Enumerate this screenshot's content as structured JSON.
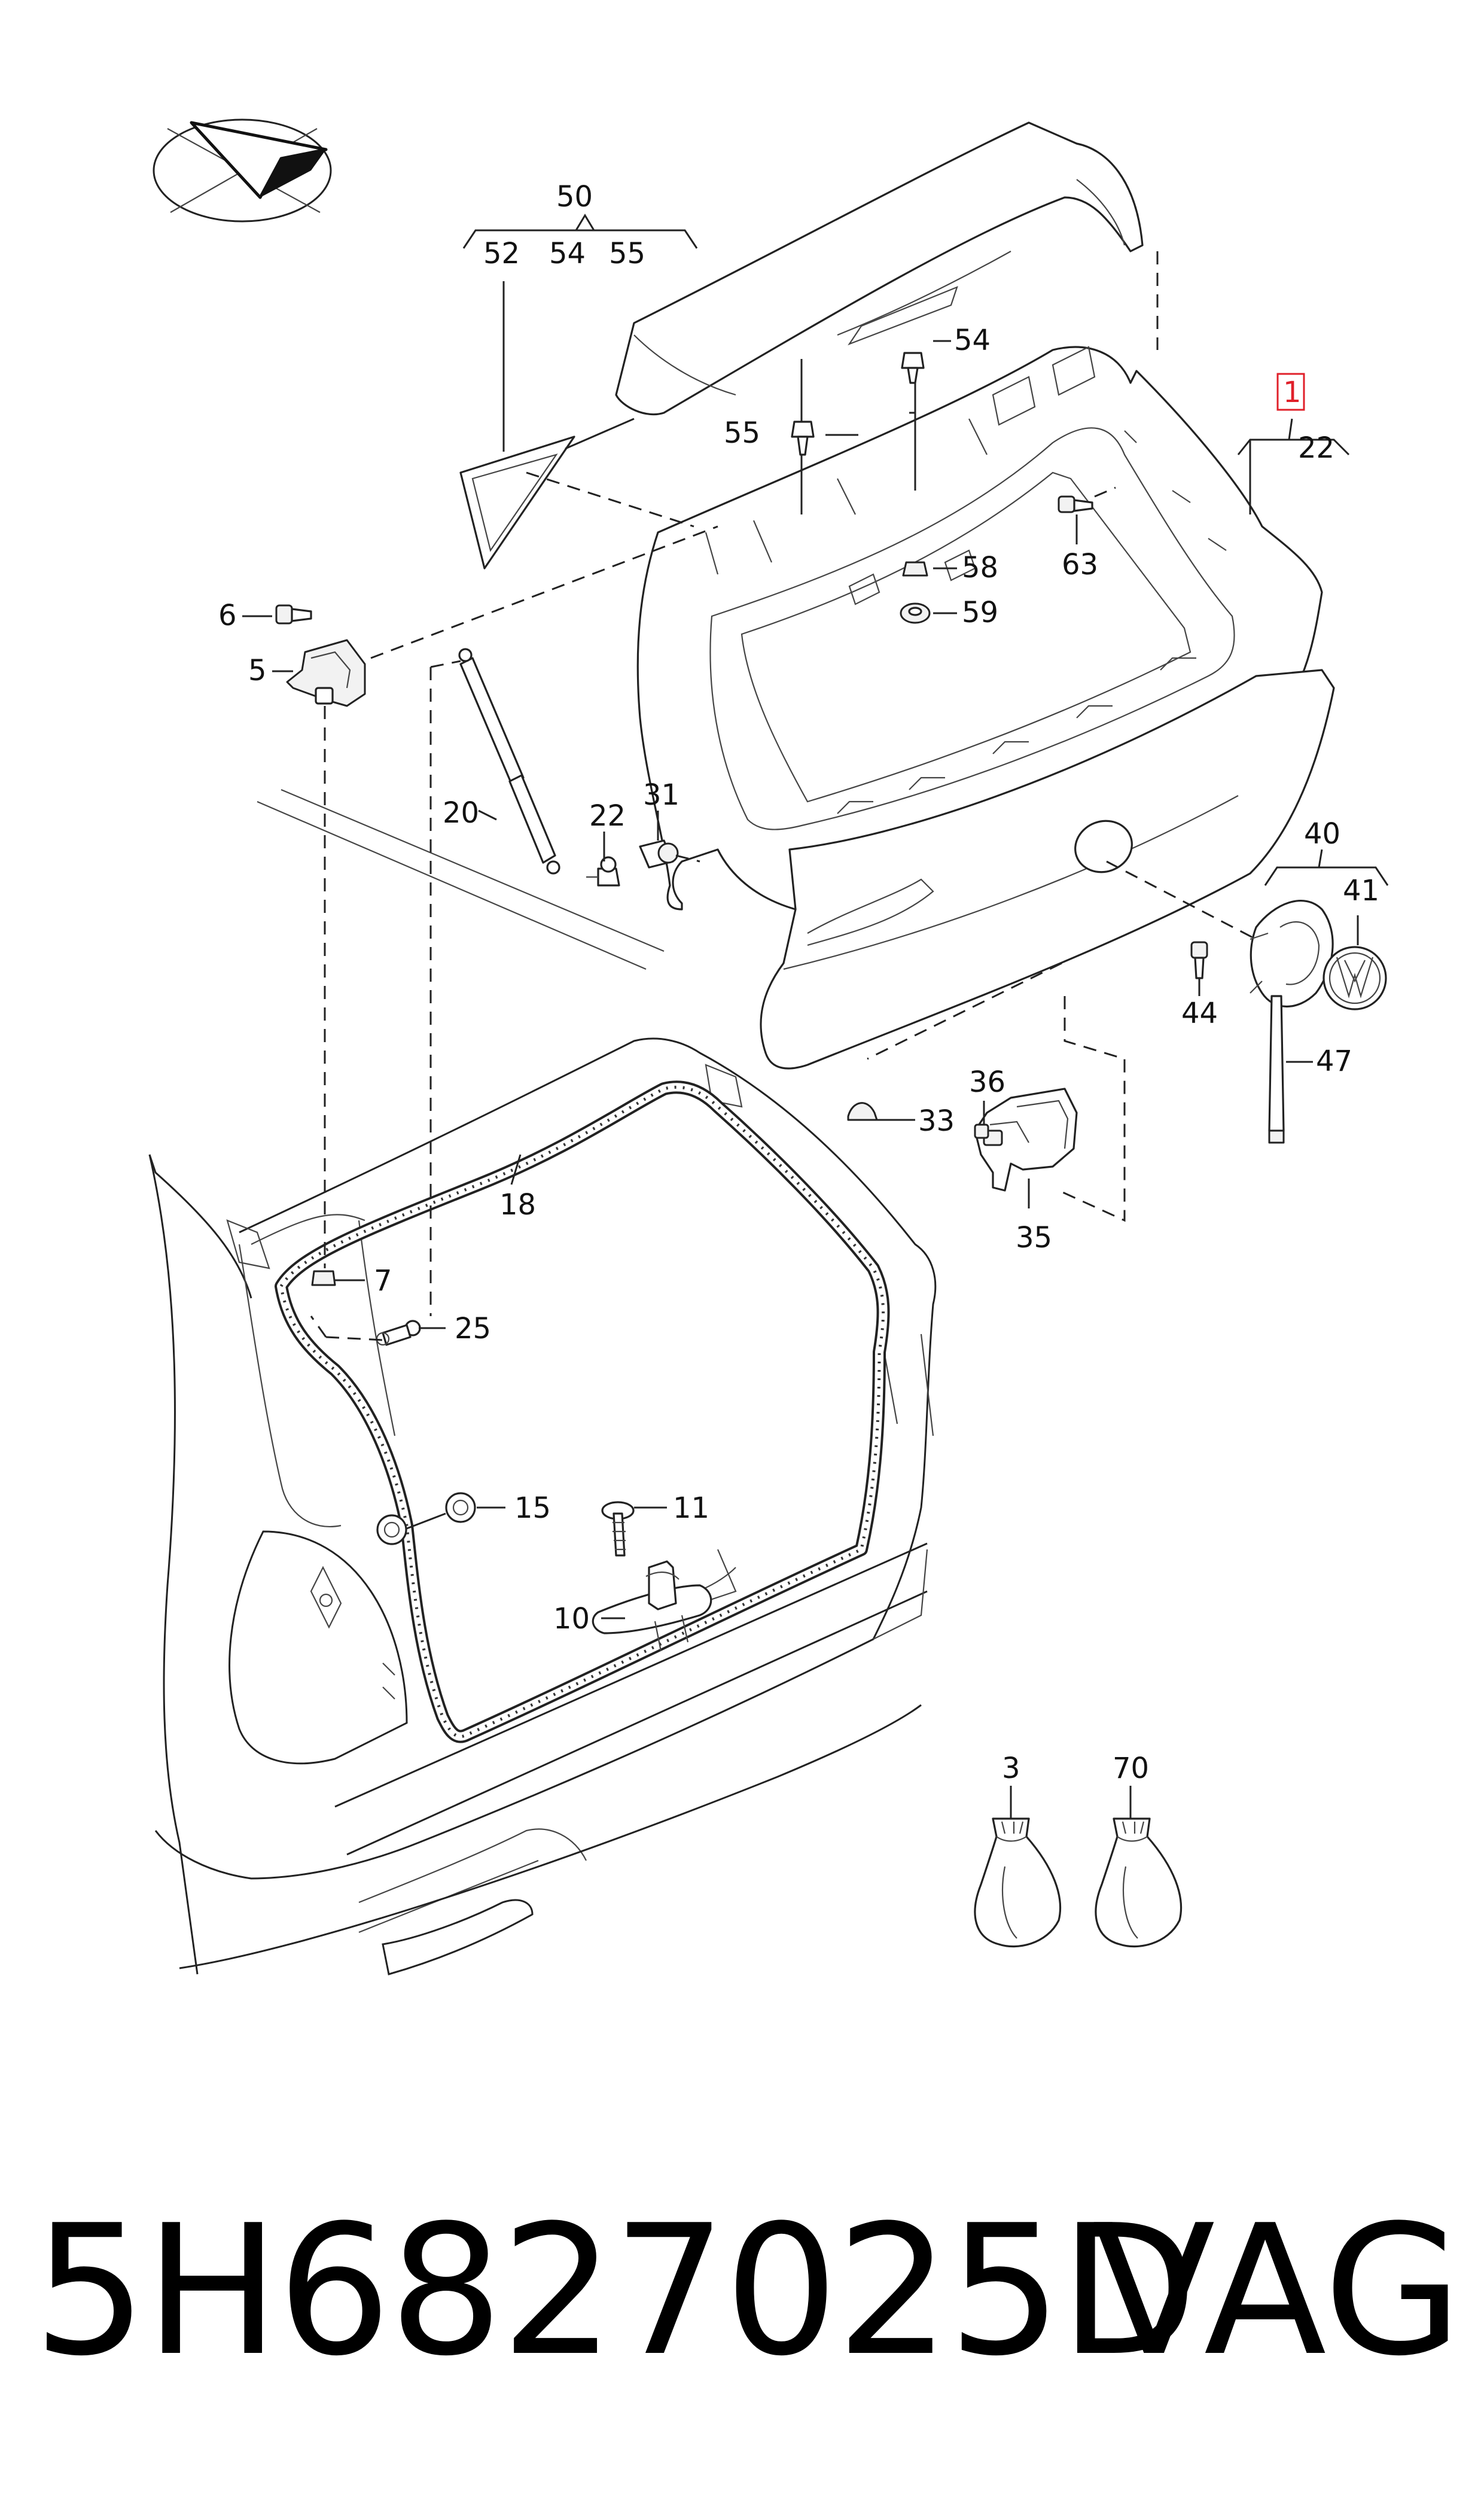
{
  "diagram": {
    "callouts": {
      "c1": "1",
      "c22a": "22",
      "c22b": "22",
      "c50": "50",
      "c52": "52",
      "c54a": "54",
      "c55a": "55",
      "c54b": "54",
      "c55b": "55",
      "c58": "58",
      "c59": "59",
      "c63": "63",
      "c6": "6",
      "c5": "5",
      "c20": "20",
      "c31": "31",
      "c40": "40",
      "c41": "41",
      "c44": "44",
      "c47": "47",
      "c33": "33",
      "c36": "36",
      "c35": "35",
      "c18": "18",
      "c7": "7",
      "c25": "25",
      "c15": "15",
      "c11": "11",
      "c10": "10",
      "c3": "3",
      "c70": "70"
    },
    "highlight_color": "#e0202a"
  },
  "footer": {
    "part_number": "5H6827025D",
    "brand": "VAG"
  }
}
